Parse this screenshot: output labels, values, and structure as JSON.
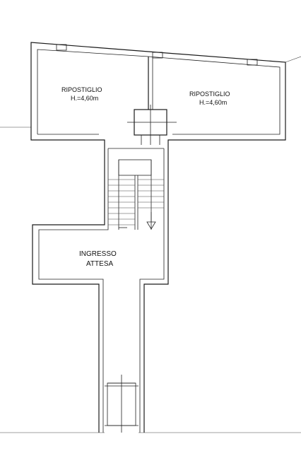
{
  "rooms": [
    {
      "name": "RIPOSTIGLIO",
      "height_note": "H.=4,60m"
    },
    {
      "name": "RIPOSTIGLIO",
      "height_note": "H.=4,60m"
    },
    {
      "name": "INGRESSO",
      "sub": "ATTESA"
    }
  ]
}
